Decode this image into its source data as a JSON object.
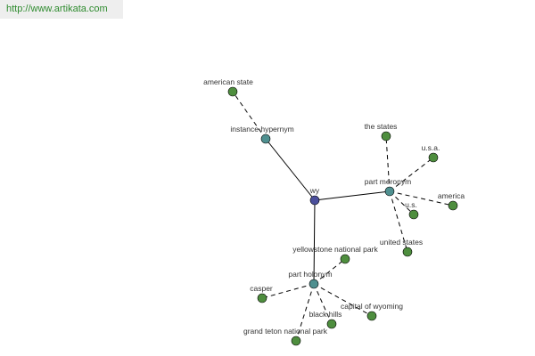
{
  "header": {
    "url": "http://www.artikata.com"
  },
  "colors": {
    "center": "#4b4f9c",
    "relation": "#4f9090",
    "leaf": "#4e8e3e",
    "header_text": "#2e8b2e"
  },
  "graph": {
    "center": {
      "id": "wy",
      "label": "wy"
    },
    "relations": [
      {
        "id": "instance-hypernym",
        "label": "instance hypernym",
        "children": [
          {
            "id": "american-state",
            "label": "american state"
          }
        ]
      },
      {
        "id": "part-meronym",
        "label": "part meronym",
        "children": [
          {
            "id": "the-states",
            "label": "the states"
          },
          {
            "id": "usa",
            "label": "u.s.a."
          },
          {
            "id": "america",
            "label": "america"
          },
          {
            "id": "us",
            "label": "u.s."
          },
          {
            "id": "united-states",
            "label": "united states"
          }
        ]
      },
      {
        "id": "part-holonym",
        "label": "part holonym",
        "children": [
          {
            "id": "yellowstone-national-park",
            "label": "yellowstone national park"
          },
          {
            "id": "casper",
            "label": "casper"
          },
          {
            "id": "capital-of-wyoming",
            "label": "capital of wyoming"
          },
          {
            "id": "black-hills",
            "label": "black hills"
          },
          {
            "id": "grand-teton-national-park",
            "label": "grand teton national park"
          }
        ]
      }
    ]
  }
}
